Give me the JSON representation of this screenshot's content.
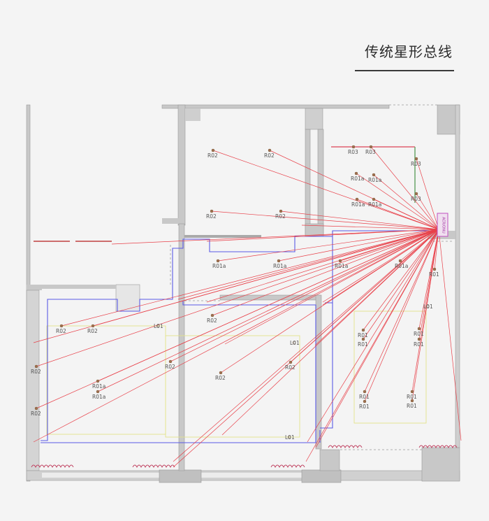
{
  "title": "传统星形总线",
  "hub_label": "ACR/ONU",
  "points": [
    {
      "label": "R02"
    },
    {
      "label": "R02"
    },
    {
      "label": "R02"
    },
    {
      "label": "R02"
    },
    {
      "label": "R03"
    },
    {
      "label": "R03"
    },
    {
      "label": "R03"
    },
    {
      "label": "R03"
    },
    {
      "label": "R01a"
    },
    {
      "label": "R01a"
    },
    {
      "label": "R01a"
    },
    {
      "label": "R01a"
    },
    {
      "label": "R01a"
    },
    {
      "label": "R01a"
    },
    {
      "label": "R01a"
    },
    {
      "label": "R01a"
    },
    {
      "label": "R02"
    },
    {
      "label": "R02"
    },
    {
      "label": "R02"
    },
    {
      "label": "R02"
    },
    {
      "label": "R02"
    },
    {
      "label": "R02"
    },
    {
      "label": "R02"
    },
    {
      "label": "R02"
    },
    {
      "label": "R01a"
    },
    {
      "label": "R01a"
    },
    {
      "label": "R01"
    },
    {
      "label": "R01"
    },
    {
      "label": "R01"
    },
    {
      "label": "R01"
    },
    {
      "label": "R01"
    },
    {
      "label": "R01"
    },
    {
      "label": "R01"
    },
    {
      "label": "R01"
    },
    {
      "label": "R01"
    },
    {
      "label": "L01"
    },
    {
      "label": "L01"
    },
    {
      "label": "L01"
    },
    {
      "label": "L01"
    }
  ],
  "colors": {
    "wall": "#c8c8c8",
    "wall_edge": "#9a9a9a",
    "star_line": "#e8414a",
    "bus_line": "#5a5ae6",
    "light_frame": "#e4e48a",
    "hub": "#c050c0"
  }
}
